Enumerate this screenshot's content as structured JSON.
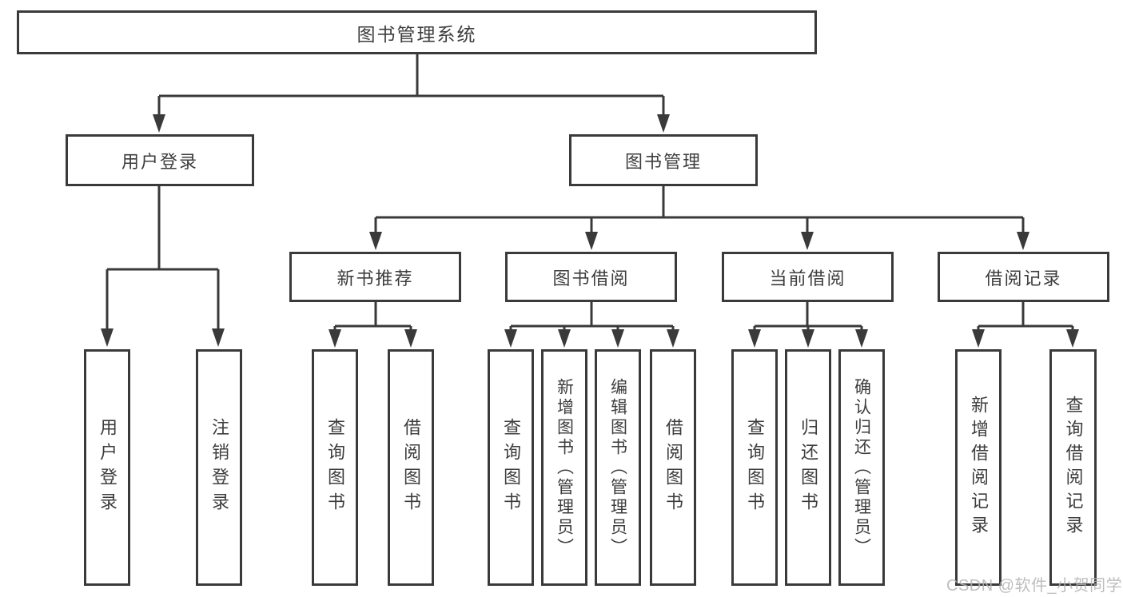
{
  "diagram": {
    "root": {
      "label": "图书管理系统"
    },
    "level2": [
      {
        "label": "用户登录"
      },
      {
        "label": "图书管理"
      }
    ],
    "level3": [
      {
        "label": "新书推荐"
      },
      {
        "label": "图书借阅"
      },
      {
        "label": "当前借阅"
      },
      {
        "label": "借阅记录"
      }
    ],
    "leaves": {
      "user_login": [
        {
          "label": "用户登录"
        },
        {
          "label": "注销登录"
        }
      ],
      "new_books": [
        {
          "label": "查询图书"
        },
        {
          "label": "借阅图书"
        }
      ],
      "book_borrow": [
        {
          "label": "查询图书"
        },
        {
          "label": "新增图书（管理员）"
        },
        {
          "label": "编辑图书（管理员）"
        },
        {
          "label": "借阅图书"
        }
      ],
      "current_borrow": [
        {
          "label": "查询图书"
        },
        {
          "label": "归还图书"
        },
        {
          "label": "确认归还（管理员）"
        }
      ],
      "borrow_records": [
        {
          "label": "新增借阅记录"
        },
        {
          "label": "查询借阅记录"
        }
      ]
    }
  },
  "watermark": {
    "text": "CSDN @软件_小贺同学"
  },
  "colors": {
    "line": "#3a3a3a",
    "text": "#3d3d3d",
    "background": "#ffffff",
    "watermark": "#b3b3b3"
  }
}
